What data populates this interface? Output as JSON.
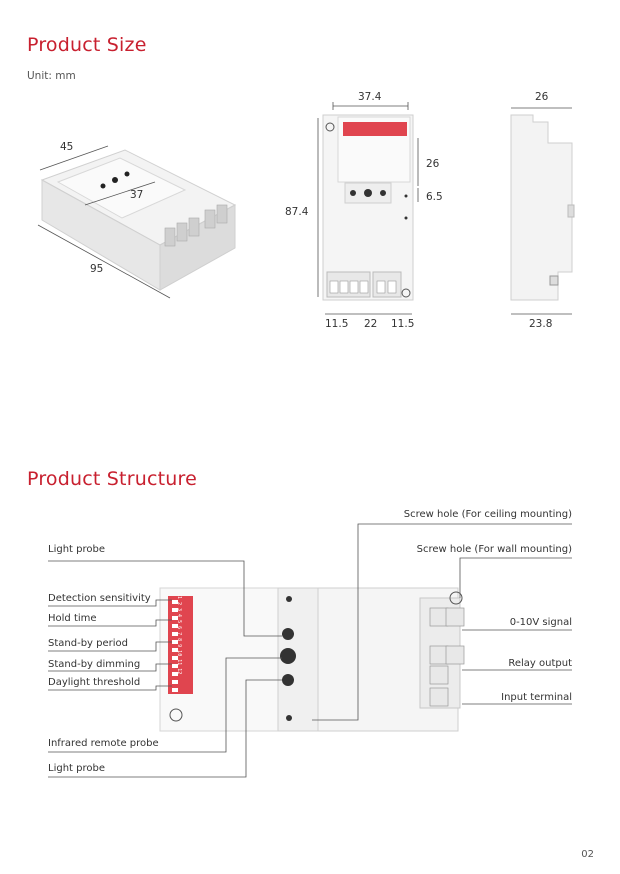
{
  "section_size": {
    "title": "Product Size",
    "unit": "Unit: mm"
  },
  "iso_dims": {
    "width": "45",
    "depth": "37",
    "length": "95"
  },
  "front_dims": {
    "width": "37.4",
    "height": "87.4",
    "top": "26",
    "gap": "6.5",
    "left": "11.5",
    "mid": "22",
    "right": "11.5"
  },
  "side_dims": {
    "top": "26",
    "bottom": "23.8"
  },
  "section_structure": {
    "title": "Product Structure"
  },
  "labels_left": [
    "Light probe",
    "Detection sensitivity",
    "Hold time",
    "Stand-by period",
    "Stand-by dimming",
    "Daylight threshold",
    "Infrared remote probe",
    "Light probe"
  ],
  "labels_right": [
    "Screw hole (For ceiling mounting)",
    "Screw hole (For wall mounting)",
    "0-10V signal",
    "Relay output",
    "Input terminal"
  ],
  "dip_numbers": "1 2 3 4 5 6 7 8 9 10 11 12",
  "page_number": "02",
  "colors": {
    "accent": "#c8202f",
    "dip_red": "#e0454f",
    "line": "#555555"
  }
}
